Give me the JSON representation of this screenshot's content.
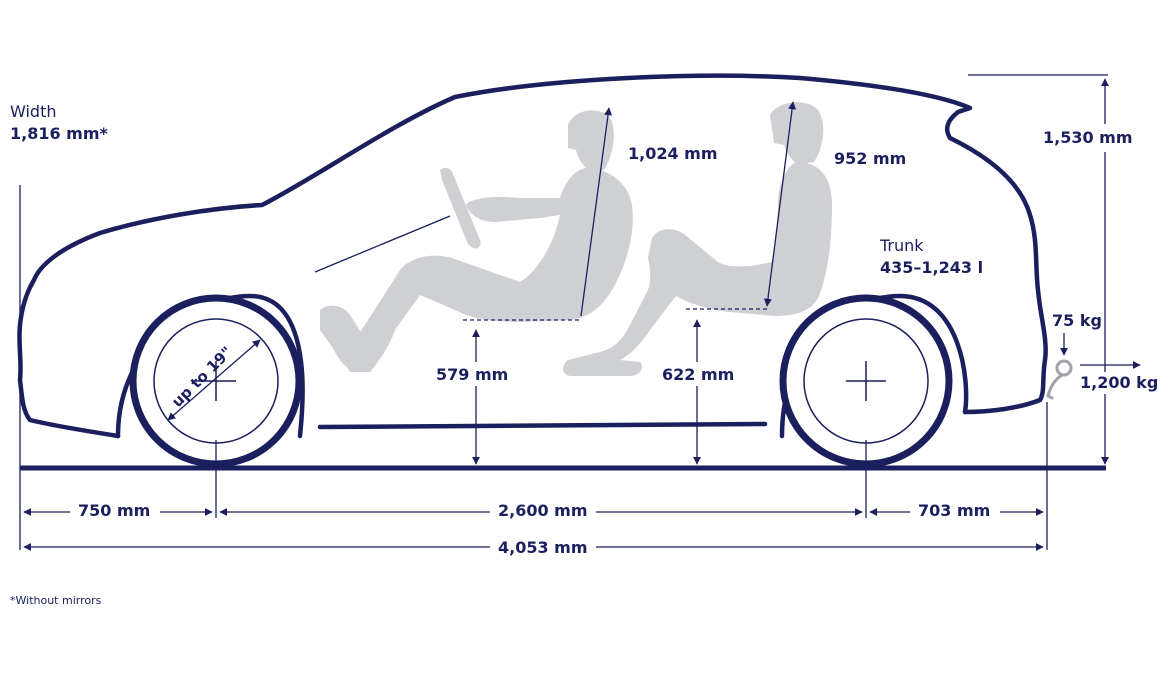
{
  "width": {
    "label": "Width",
    "value": "1,816 mm*"
  },
  "height_value": "1,530 mm",
  "headroom_front": "1,024 mm",
  "headroom_rear": "952 mm",
  "trunk": {
    "label": "Trunk",
    "value": "435–1,243 l"
  },
  "vertical_load": "75 kg",
  "towing_capacity": "1,200 kg",
  "wheel_size": "up to 19\"",
  "seat_height_front": "579 mm",
  "seat_height_rear": "622 mm",
  "front_overhang": "750 mm",
  "wheelbase": "2,600 mm",
  "rear_overhang": "703 mm",
  "overall_length": "4,053 mm",
  "footnote": "*Without mirrors",
  "colors": {
    "line": "#1b1f5e",
    "silhouette": "#cfd0d4"
  }
}
